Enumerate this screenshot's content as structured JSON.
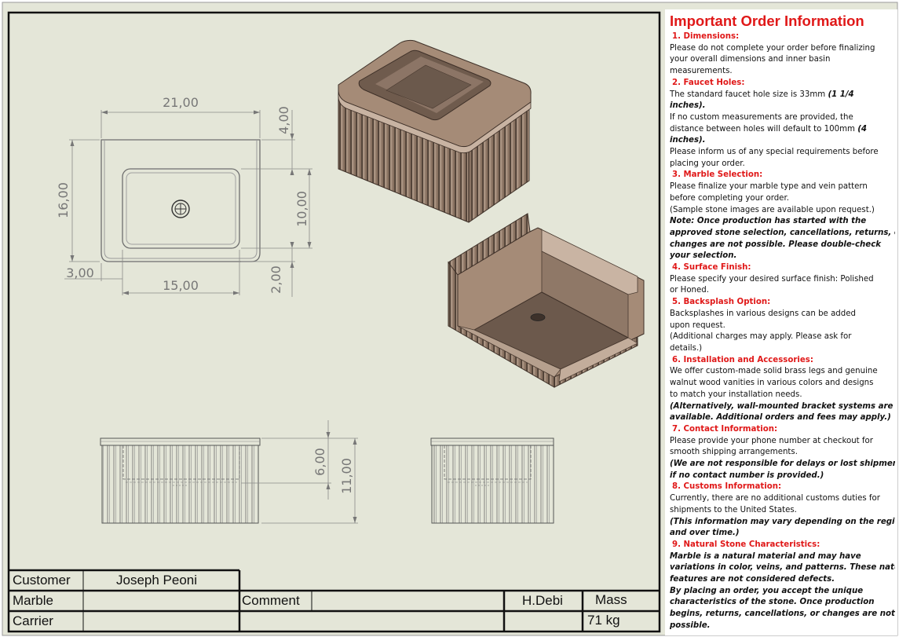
{
  "drawing": {
    "dimensions": {
      "top_width": "21,00",
      "back_margin": "4,00",
      "depth": "16,00",
      "basin_depth_top": "10,00",
      "side_margin": "3,00",
      "basin_width": "15,00",
      "front_margin": "2,00",
      "basin_height": "6,00",
      "total_height": "11,00"
    }
  },
  "title_block": {
    "customer_label": "Customer",
    "customer_value": "Joseph Peoni",
    "marble_label": "Marble",
    "carrier_label": "Carrier",
    "comment_label": "Comment",
    "designer": "H.Debi",
    "mass_label": "Mass",
    "mass_value": "71 kg"
  },
  "info": {
    "title": "Important Order Information",
    "sections": [
      {
        "heading": "1. Dimensions:",
        "lines": [
          {
            "t": "Please do not complete your order before finalizing"
          },
          {
            "t": "your overall dimensions and inner basin"
          },
          {
            "t": "measurements."
          }
        ]
      },
      {
        "heading": "2. Faucet Holes:",
        "lines": [
          {
            "t": "The standard faucet hole size is 33mm ",
            "e": "(1 1/4"
          },
          {
            "t": "",
            "e": "inches)."
          },
          {
            "t": "If no custom measurements are provided, the"
          },
          {
            "t": "distance between holes will default to 100mm ",
            "e": "(4"
          },
          {
            "t": "",
            "e": "inches)."
          },
          {
            "t": "Please inform us of any special requirements before"
          },
          {
            "t": "placing your order."
          }
        ]
      },
      {
        "heading": "3. Marble Selection:",
        "lines": [
          {
            "t": "Please finalize your marble type and vein pattern"
          },
          {
            "t": "before completing your order."
          },
          {
            "t": "(Sample stone images are available upon request.)"
          },
          {
            "t": "",
            "e": "Note: Once production has started with the"
          },
          {
            "t": "",
            "e": "approved stone selection, cancellations, returns, or"
          },
          {
            "t": "",
            "e": "changes are not possible. Please double-check"
          },
          {
            "t": "",
            "e": "your selection."
          }
        ]
      },
      {
        "heading": "4. Surface Finish:",
        "lines": [
          {
            "t": "Please specify your desired surface finish: Polished"
          },
          {
            "t": "or Honed."
          }
        ]
      },
      {
        "heading": "5. Backsplash Option:",
        "lines": [
          {
            "t": "Backsplashes in various designs can be added"
          },
          {
            "t": "upon request."
          },
          {
            "t": "(Additional charges may apply. Please ask for"
          },
          {
            "t": "details.)"
          }
        ]
      },
      {
        "heading": "6. Installation and Accessories:",
        "lines": [
          {
            "t": "We offer custom-made solid brass legs and genuine"
          },
          {
            "t": "walnut wood vanities in various colors and designs"
          },
          {
            "t": "to match your installation needs."
          },
          {
            "t": "",
            "e": "(Alternatively, wall-mounted bracket systems are"
          },
          {
            "t": "",
            "e": "available. Additional orders and fees may apply.)"
          }
        ]
      },
      {
        "heading": "7. Contact Information:",
        "lines": [
          {
            "t": "Please provide your phone number at checkout for"
          },
          {
            "t": "smooth shipping arrangements."
          },
          {
            "t": "",
            "e": "(We are not responsible for delays or lost shipments"
          },
          {
            "t": "",
            "e": "if no contact number is provided.)"
          }
        ]
      },
      {
        "heading": "8. Customs Information:",
        "lines": [
          {
            "t": "Currently, there are no additional customs duties for"
          },
          {
            "t": "shipments to the United States."
          },
          {
            "t": "",
            "e": "(This information may vary depending on the region"
          },
          {
            "t": "",
            "e": "and over time.)"
          }
        ]
      },
      {
        "heading": "9. Natural Stone Characteristics:",
        "lines": [
          {
            "t": "",
            "e": "Marble is a natural material and may have"
          },
          {
            "t": "",
            "e": "variations in color, veins, and patterns. These natural"
          },
          {
            "t": "",
            "e": "features are not considered defects."
          },
          {
            "t": "",
            "e": "By placing an order, you accept the unique"
          },
          {
            "t": "",
            "e": "characteristics of the stone. Once production"
          },
          {
            "t": "",
            "e": "begins, returns, cancellations, or changes are not"
          },
          {
            "t": "",
            "e": "possible."
          }
        ]
      }
    ]
  },
  "colors": {
    "background": "#e4e6d8",
    "accent_red": "#e01818",
    "stone_light": "#a48c79",
    "stone_mid": "#8a7362",
    "stone_dark": "#5c4b40",
    "line": "#6d6d6d"
  }
}
